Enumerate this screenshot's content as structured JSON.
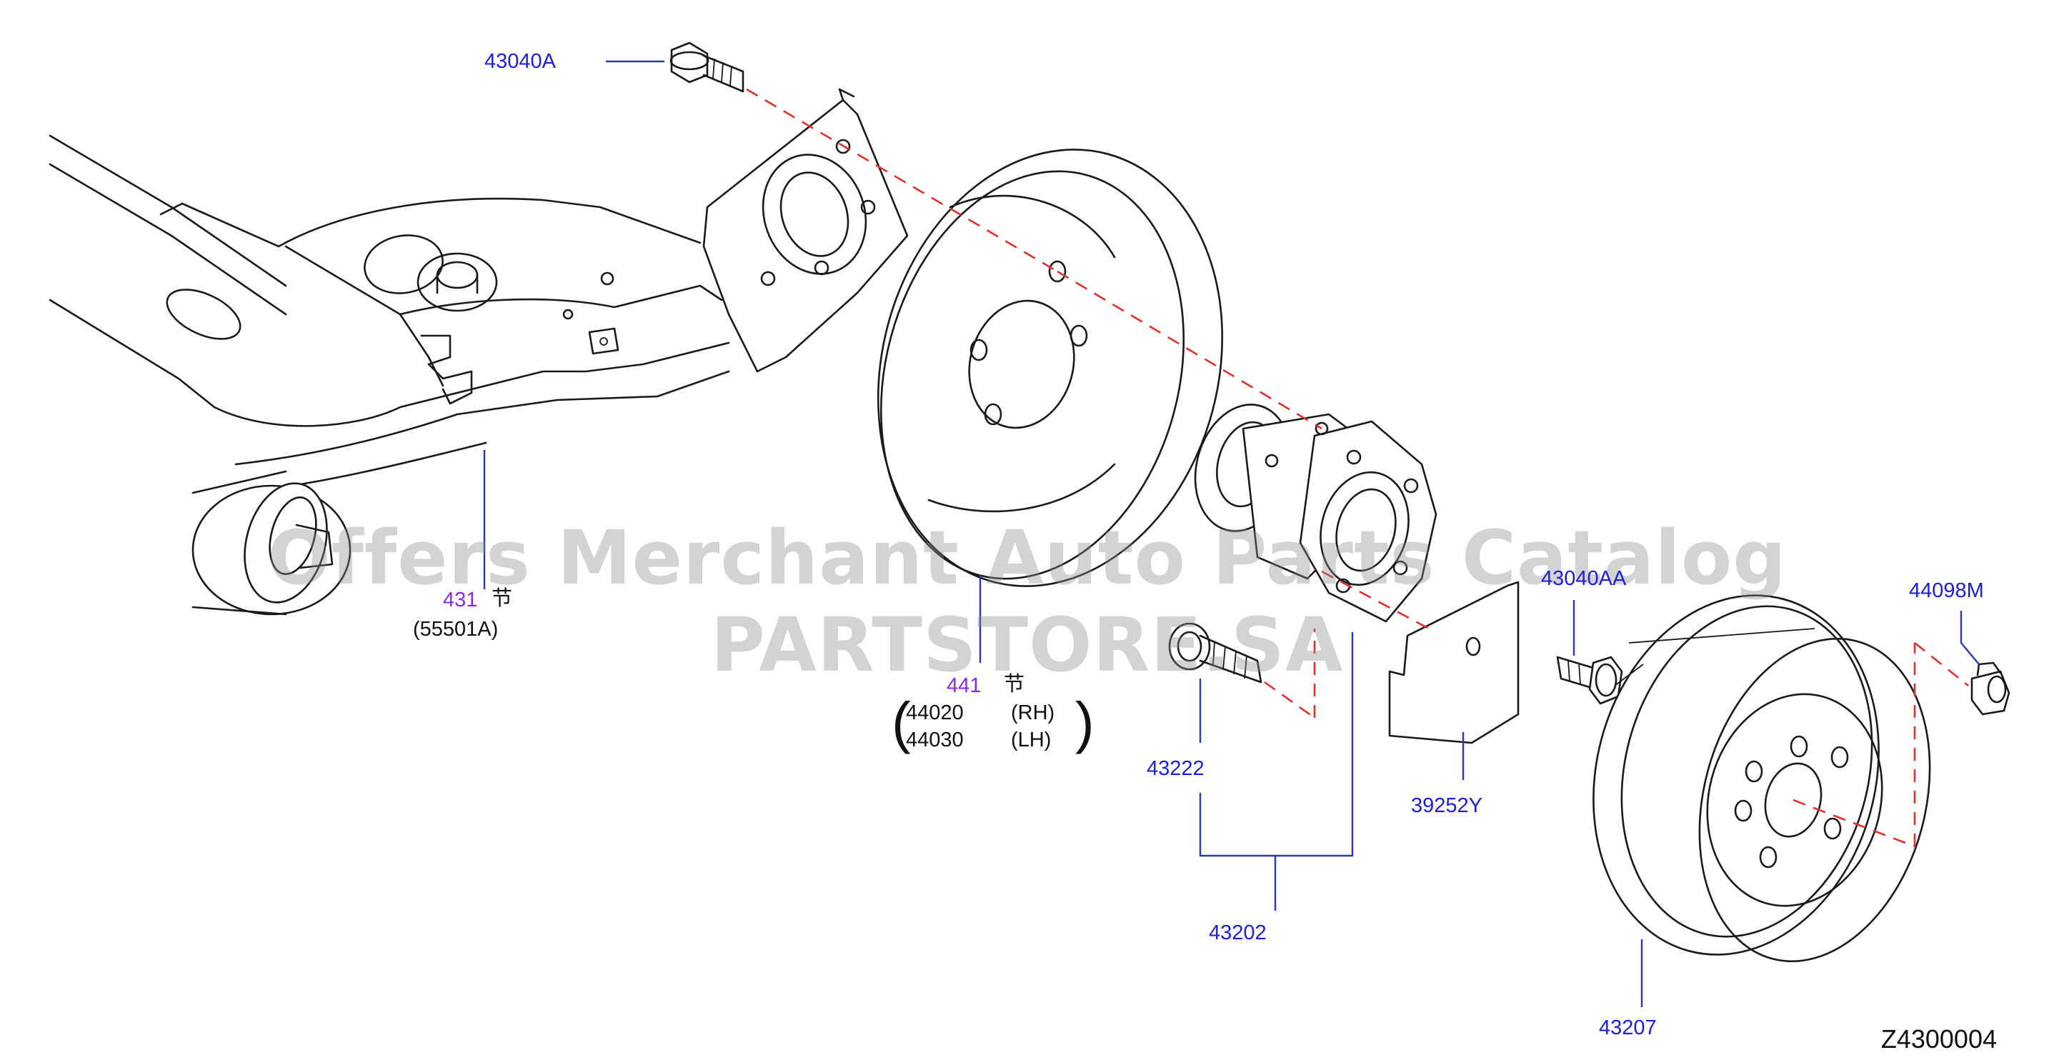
{
  "diagram_id": "Z4300004",
  "watermark": "Offers Merchant Auto Parts Catalog PARTSTORE.SA",
  "callouts": {
    "c43040A": "43040A",
    "c431": "431",
    "c431_symbol": "节",
    "c55501A": "(55501A)",
    "c441": "441",
    "c441_symbol": "节",
    "c44020": "44020",
    "c44020_side": "(RH)",
    "c44030": "44030",
    "c44030_side": "(LH)",
    "c43222": "43222",
    "c43202": "43202",
    "c39252Y": "39252Y",
    "c43040AA": "43040AA",
    "c44098M": "44098M",
    "c43207": "43207"
  },
  "colors": {
    "part_number": "#1e1ed8",
    "group_number": "#8a2be2",
    "leader_line": "#2a3aa8",
    "dashed_line": "#e03030",
    "linework": "#1a1a1a"
  }
}
